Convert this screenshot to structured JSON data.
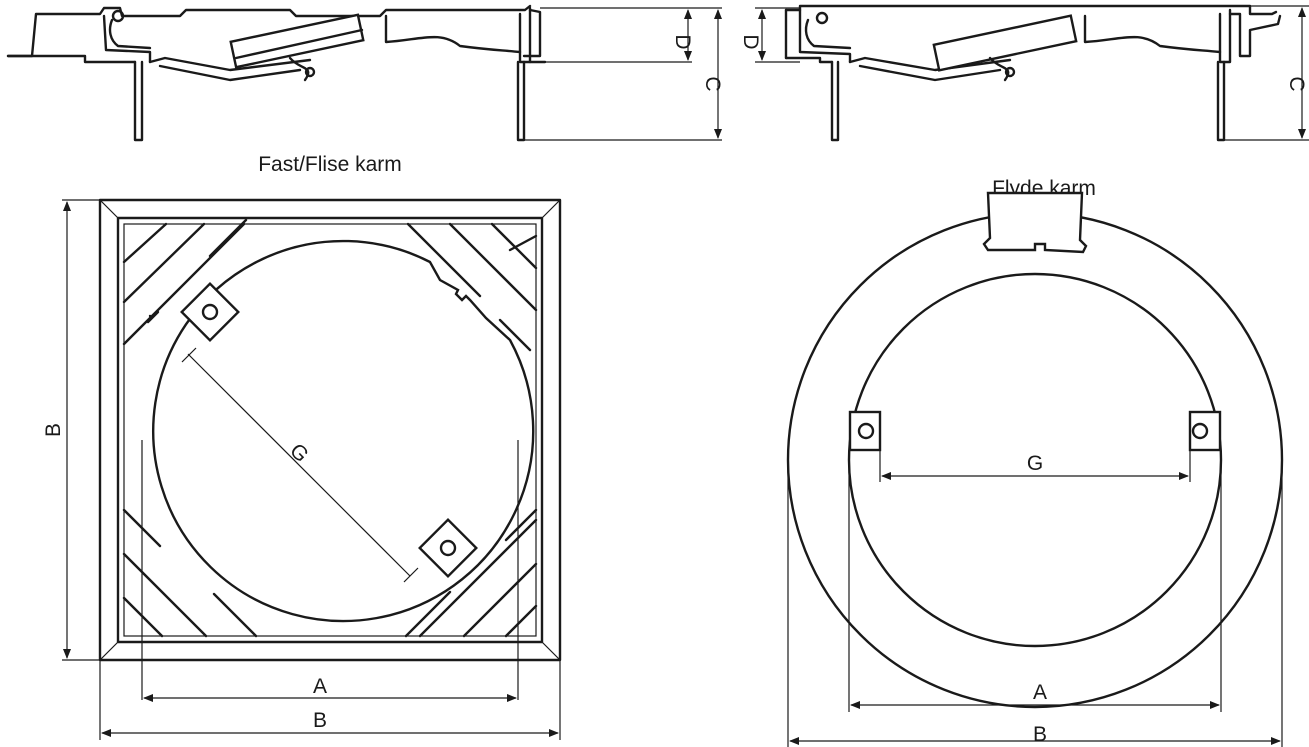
{
  "captions": {
    "left": "Fast/Flise karm",
    "right": "Flyde karm"
  },
  "labels": {
    "A": "A",
    "B": "B",
    "C": "C",
    "D": "D",
    "G": "G"
  }
}
